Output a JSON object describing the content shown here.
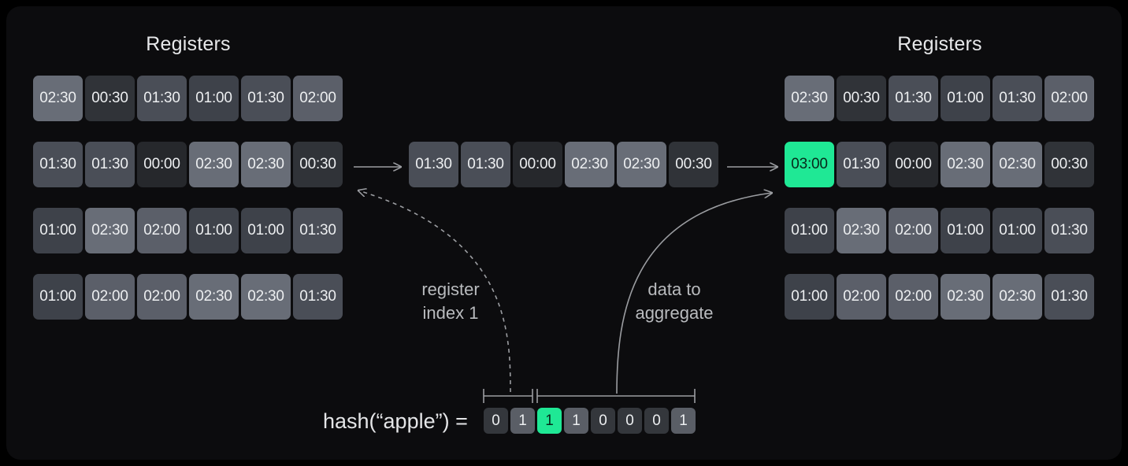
{
  "panel": {
    "background": "#0c0c0e",
    "accent": "#1fe895"
  },
  "left_registers": {
    "title": "Registers",
    "rows": [
      [
        "02:30",
        "00:30",
        "01:30",
        "01:00",
        "01:30",
        "02:00"
      ],
      [
        "01:30",
        "01:30",
        "00:00",
        "02:30",
        "02:30",
        "00:30"
      ],
      [
        "01:00",
        "02:30",
        "02:00",
        "01:00",
        "01:00",
        "01:30"
      ],
      [
        "01:00",
        "02:00",
        "02:00",
        "02:30",
        "02:30",
        "01:30"
      ]
    ]
  },
  "right_registers": {
    "title": "Registers",
    "rows": [
      [
        "02:30",
        "00:30",
        "01:30",
        "01:00",
        "01:30",
        "02:00"
      ],
      [
        "03:00",
        "01:30",
        "00:00",
        "02:30",
        "02:30",
        "00:30"
      ],
      [
        "01:00",
        "02:30",
        "02:00",
        "01:00",
        "01:00",
        "01:30"
      ],
      [
        "01:00",
        "02:00",
        "02:00",
        "02:30",
        "02:30",
        "01:30"
      ]
    ],
    "highlighted": {
      "row": 1,
      "col": 0,
      "value": "03:00"
    }
  },
  "middle_row": {
    "values": [
      "01:30",
      "01:30",
      "00:00",
      "02:30",
      "02:30",
      "00:30"
    ]
  },
  "annotations": {
    "register_index": "register\nindex 1",
    "data_to_aggregate": "data to\naggregate"
  },
  "hash": {
    "expression": "hash(“apple”) =",
    "bits": [
      {
        "value": "0",
        "state": "zero"
      },
      {
        "value": "1",
        "state": "one"
      },
      {
        "value": "1",
        "state": "highlight"
      },
      {
        "value": "1",
        "state": "one"
      },
      {
        "value": "0",
        "state": "zero"
      },
      {
        "value": "0",
        "state": "zero"
      },
      {
        "value": "0",
        "state": "zero"
      },
      {
        "value": "1",
        "state": "one"
      }
    ]
  }
}
